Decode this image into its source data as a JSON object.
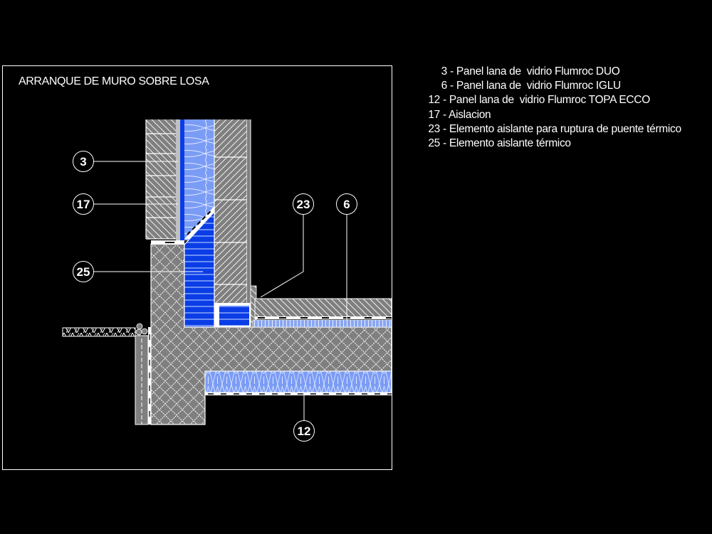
{
  "drawing": {
    "title": "ARRANQUE DE MURO SOBRE LOSA",
    "callouts": [
      {
        "id": "3",
        "label": "3"
      },
      {
        "id": "17",
        "label": "17"
      },
      {
        "id": "25",
        "label": "25"
      },
      {
        "id": "23",
        "label": "23"
      },
      {
        "id": "6",
        "label": "6"
      },
      {
        "id": "12",
        "label": "12"
      }
    ],
    "colors": {
      "background": "#000000",
      "frame": "#ffffff",
      "concrete_gray": "#7f7f7f",
      "insulation_light_blue": "#7b9cf5",
      "insulation_dark_blue": "#0b3de6",
      "linework": "#ffffff"
    }
  },
  "legend": {
    "items": [
      {
        "number": "3",
        "text": "- Panel lana de  vidrio Flumroc DUO"
      },
      {
        "number": "6",
        "text": "- Panel lana de  vidrio Flumroc IGLU"
      },
      {
        "number": "12",
        "text": "- Panel lana de  vidrio Flumroc TOPA ECCO"
      },
      {
        "number": "17",
        "text": "- Aislacion"
      },
      {
        "number": "23",
        "text": "- Elemento aislante para ruptura de puente térmico"
      },
      {
        "number": "25",
        "text": "- Elemento aislante térmico"
      }
    ]
  }
}
